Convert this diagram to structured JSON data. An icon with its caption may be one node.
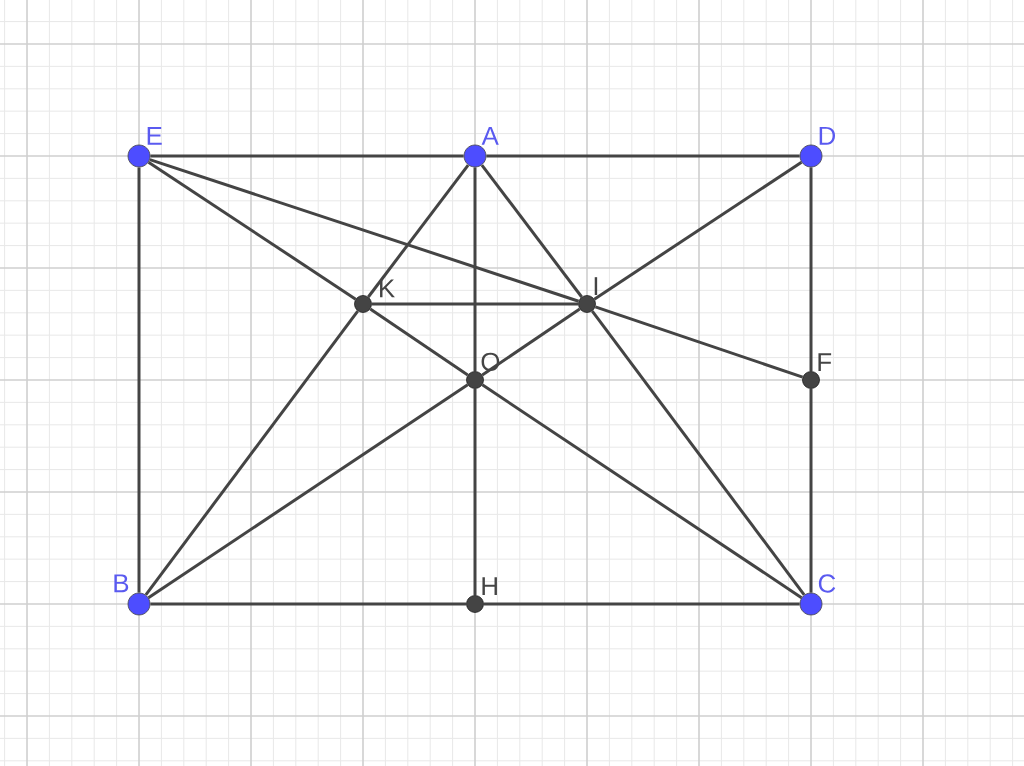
{
  "diagram": {
    "nodes": [
      {
        "text": [
          "E"
        ]
      },
      {
        "text": [
          "A"
        ]
      },
      {
        "text": [
          "D"
        ]
      },
      {
        "text": [
          "K"
        ]
      },
      {
        "text": [
          "I"
        ]
      },
      {
        "text": [
          "O"
        ]
      },
      {
        "text": [
          "F"
        ]
      },
      {
        "text": [
          "B"
        ]
      },
      {
        "text": [
          "H"
        ]
      },
      {
        "text": [
          "C"
        ]
      }
    ],
    "edges": [
      {
        "from": 0,
        "to": 1,
        "arrow": "none"
      },
      {
        "from": 1,
        "to": 2,
        "arrow": "none"
      },
      {
        "from": 0,
        "to": 7,
        "arrow": "none"
      },
      {
        "from": 2,
        "to": 6,
        "arrow": "none"
      },
      {
        "from": 6,
        "to": 9,
        "arrow": "none"
      },
      {
        "from": 7,
        "to": 8,
        "arrow": "none"
      },
      {
        "from": 8,
        "to": 9,
        "arrow": "none"
      },
      {
        "from": 1,
        "to": 5,
        "arrow": "none"
      },
      {
        "from": 5,
        "to": 8,
        "arrow": "none"
      },
      {
        "from": 0,
        "to": 3,
        "arrow": "none"
      },
      {
        "from": 3,
        "to": 5,
        "arrow": "none"
      },
      {
        "from": 5,
        "to": 9,
        "arrow": "none"
      },
      {
        "from": 0,
        "to": 4,
        "arrow": "none"
      },
      {
        "from": 4,
        "to": 6,
        "arrow": "none"
      },
      {
        "from": 1,
        "to": 3,
        "arrow": "none"
      },
      {
        "from": 3,
        "to": 7,
        "arrow": "none"
      },
      {
        "from": 2,
        "to": 4,
        "arrow": "none"
      },
      {
        "from": 4,
        "to": 5,
        "arrow": "none"
      },
      {
        "from": 5,
        "to": 7,
        "arrow": "none"
      },
      {
        "from": 1,
        "to": 4,
        "arrow": "none"
      },
      {
        "from": 4,
        "to": 9,
        "arrow": "none"
      },
      {
        "from": 3,
        "to": 4,
        "arrow": "none"
      }
    ]
  }
}
